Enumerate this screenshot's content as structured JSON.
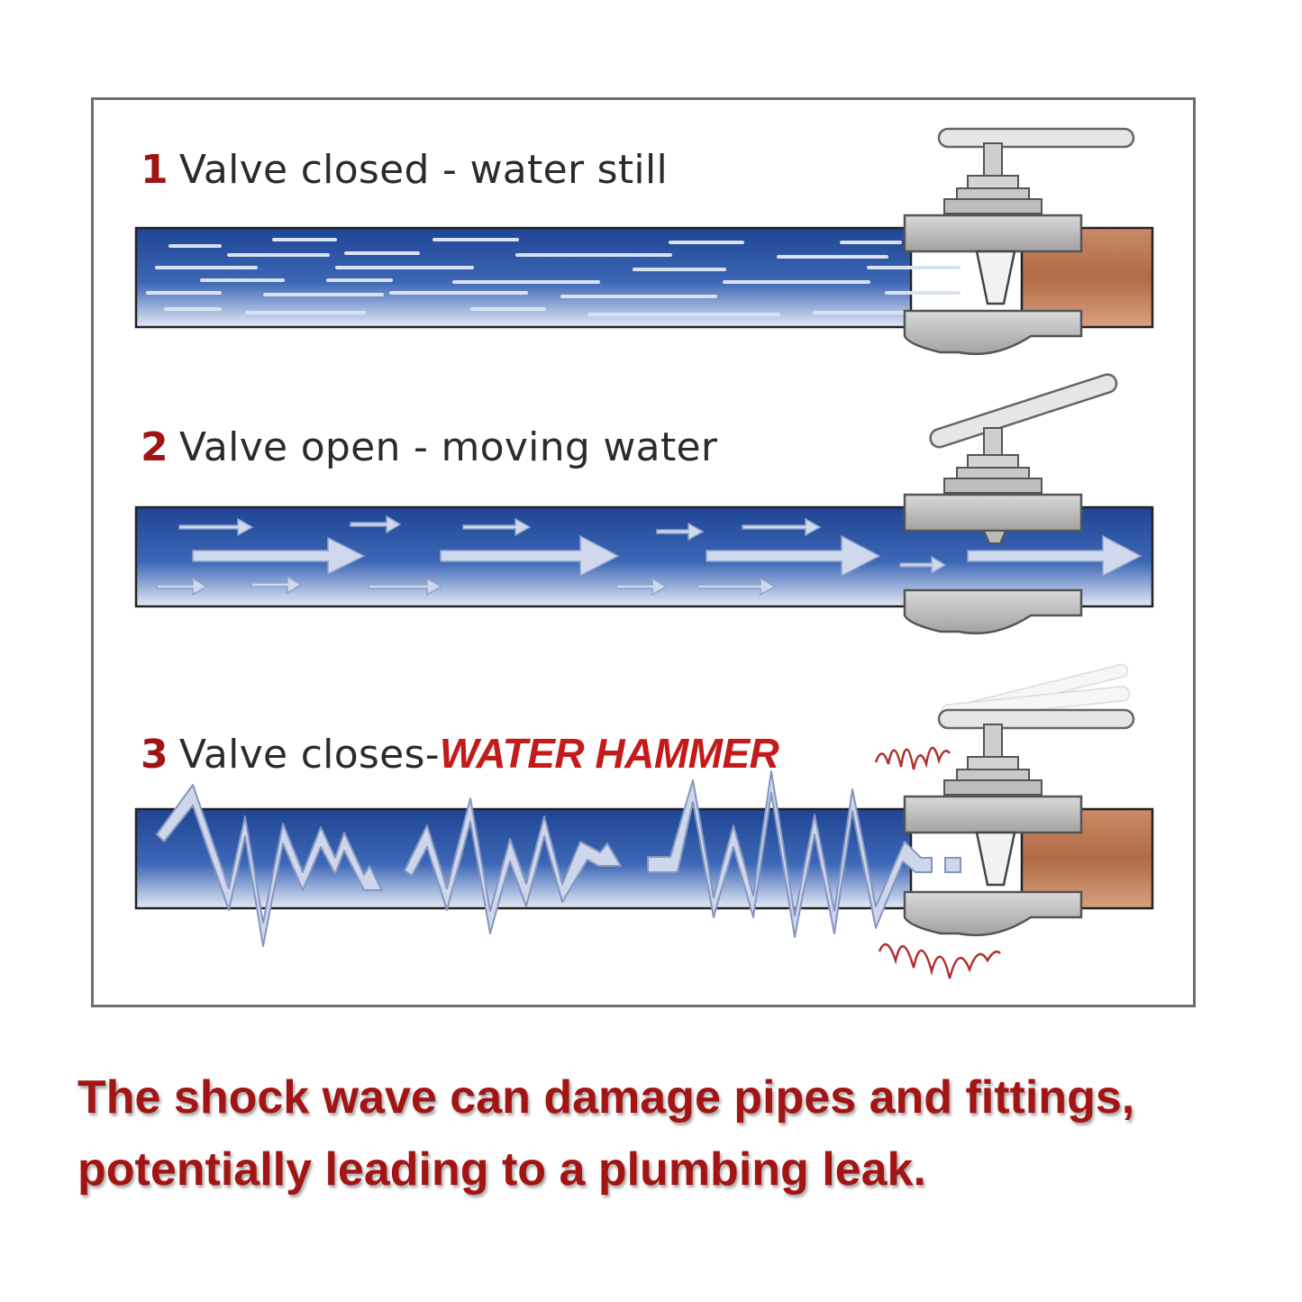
{
  "panels": [
    {
      "number": "1",
      "label": "Valve closed - water still"
    },
    {
      "number": "2",
      "label": "Valve open - moving water"
    },
    {
      "number": "3",
      "label": "Valve closes-",
      "emphasis": "WATER HAMMER"
    }
  ],
  "caption": {
    "line1": "The shock wave can damage pipes and fittings,",
    "line2": "potentially leading to a plumbing leak."
  },
  "colors": {
    "pipe_blue": "#2b55a6",
    "pipe_light": "#dfe6f3",
    "copper": "#b8734e",
    "valve_gray": "#b4b4b4",
    "label_red": "#a01414",
    "caption_red": "#a31515",
    "shock_red": "#b03030"
  },
  "icons": [
    "valve-icon",
    "flow-arrow-icon",
    "shock-wave-icon",
    "vibration-icon"
  ]
}
